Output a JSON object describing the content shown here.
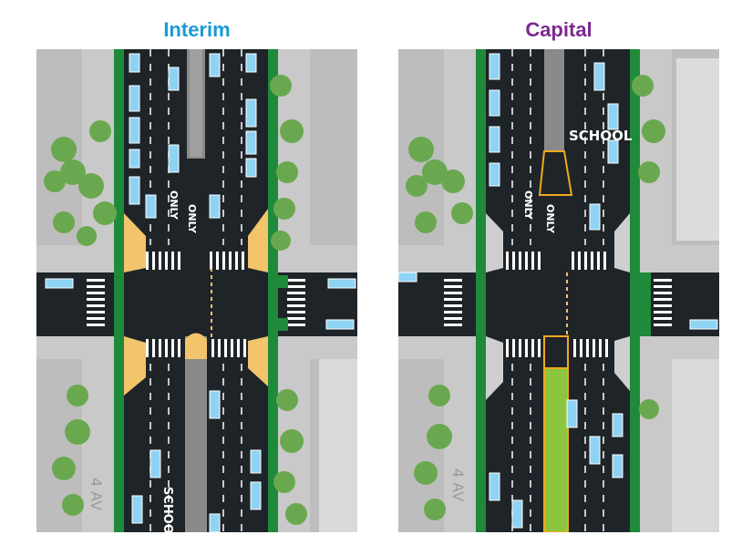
{
  "panels": {
    "left": {
      "title": "Interim",
      "title_color": "#1a9ad6",
      "school_label": "SCHOOL",
      "street_label": "4 AV",
      "only_label_1": "ONLY",
      "only_label_2": "ONLY"
    },
    "right": {
      "title": "Capital",
      "title_color": "#7b2a8e",
      "school_label": "SCHOOL",
      "street_label": "4 AV",
      "only_label_1": "ONLY",
      "only_label_2": "ONLY"
    }
  },
  "colors": {
    "asphalt": "#1f2428",
    "sidewalk": "#c9c9c9",
    "building": "#bdbdbd",
    "bike_lane": "#1e8a3a",
    "curb_extension_interim": "#f2c46b",
    "tree": "#6aa84f",
    "median_planting": "#8cc63f",
    "bus": "#8fd3f4"
  }
}
